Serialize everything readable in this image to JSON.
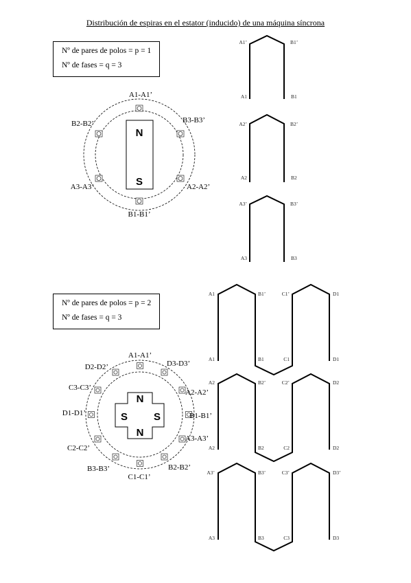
{
  "title": "Distribución de espiras en el estator (inducido) de una máquina síncrona",
  "machine1": {
    "info": [
      "Nº de pares de polos = p = 1",
      "Nº de fases = q = 3"
    ],
    "coil_labels": [
      "A1-A1’",
      "B3-B3’",
      "A2-A2’",
      "B1-B1’",
      "A3-A3’",
      "B2-B2’"
    ],
    "poles": [
      "N",
      "S"
    ],
    "windings": [
      {
        "top": [
          "A1’",
          "B1’"
        ],
        "bottom": [
          "A1",
          "B1"
        ]
      },
      {
        "top": [
          "A2’",
          "B2’"
        ],
        "bottom": [
          "A2",
          "B2"
        ]
      },
      {
        "top": [
          "A3’",
          "B3’"
        ],
        "bottom": [
          "A3",
          "B3"
        ]
      }
    ]
  },
  "machine2": {
    "info": [
      "Nº de pares de polos = p = 2",
      "Nº de fases = q = 3"
    ],
    "coil_labels": [
      "A1-A1’",
      "D3-D3’",
      "A2-A2’",
      "B1-B1’",
      "A3-A3’",
      "B2-B2’",
      "C1-C1’",
      "B3-B3’",
      "C2-C2’",
      "D1-D1’",
      "C3-C3’",
      "D2-D2’"
    ],
    "poles": [
      "N",
      "S",
      "S",
      "N"
    ],
    "windings": [
      {
        "top": [
          "A1",
          "B1’",
          "C1’",
          "D1"
        ],
        "bottom": [
          "A1",
          "B1",
          "C1",
          "D1"
        ]
      },
      {
        "top": [
          "A2",
          "B2’",
          "C2’",
          "D2"
        ],
        "bottom": [
          "A2",
          "B2",
          "C2",
          "D2"
        ]
      },
      {
        "top": [
          "A3’",
          "B3’",
          "C3’",
          "D3’"
        ],
        "bottom": [
          "A3",
          "B3",
          "C3",
          "D3"
        ]
      }
    ]
  }
}
